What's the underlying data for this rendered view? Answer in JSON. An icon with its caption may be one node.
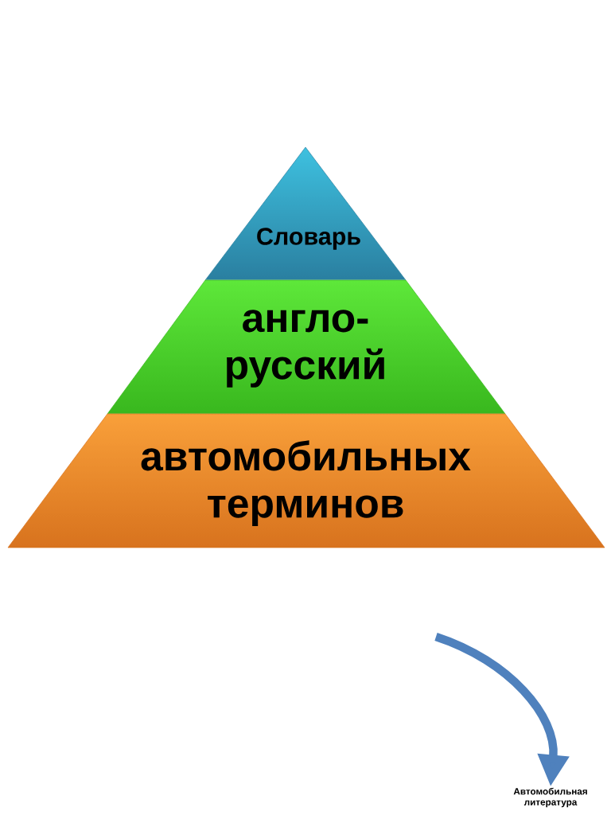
{
  "diagram": {
    "nodes": [
      {
        "text": [
          "Словарь"
        ]
      },
      {
        "text": [
          "англо- русский"
        ]
      },
      {
        "text": [
          "автомобильных терминов"
        ]
      },
      {
        "text": [
          "Автомобильная литература"
        ]
      }
    ],
    "edges": [
      {
        "from": null,
        "to": 3,
        "arrow": "to"
      }
    ]
  }
}
